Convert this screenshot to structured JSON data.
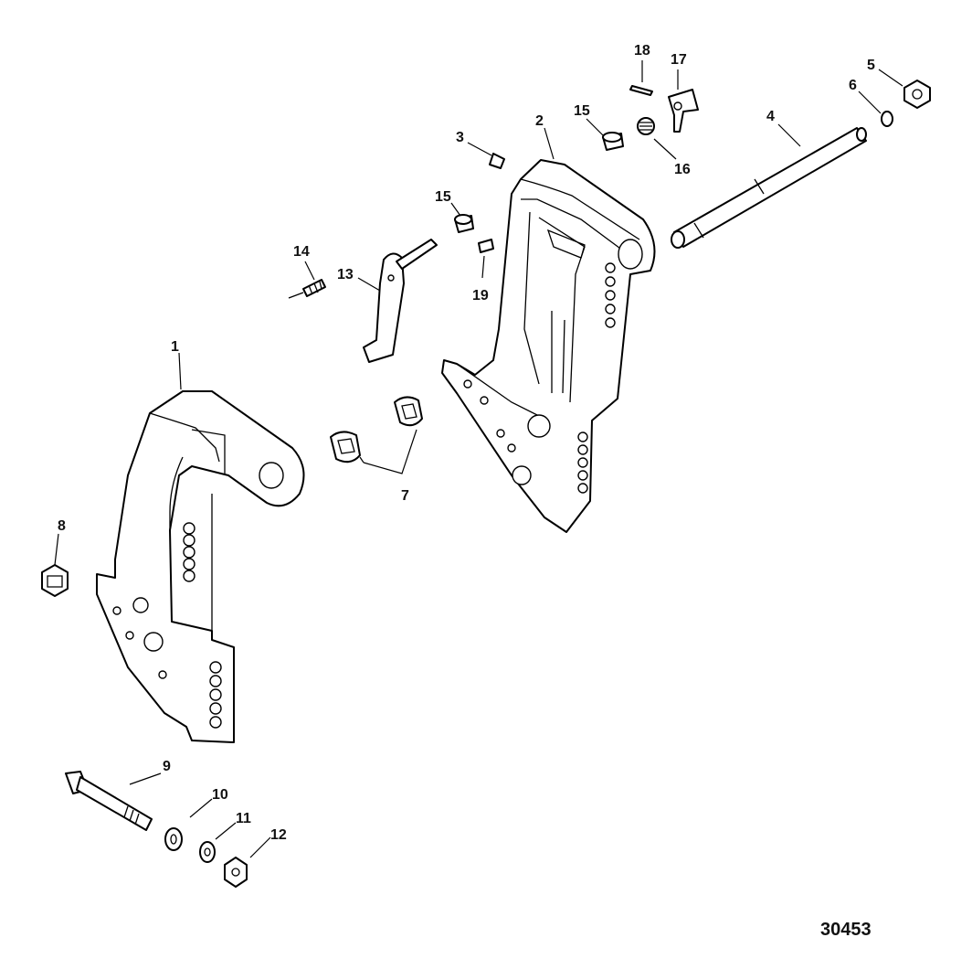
{
  "callouts": {
    "c1": "1",
    "c2": "2",
    "c3": "3",
    "c4": "4",
    "c5": "5",
    "c6": "6",
    "c7": "7",
    "c8": "8",
    "c9": "9",
    "c10": "10",
    "c11": "11",
    "c12": "12",
    "c13": "13",
    "c14": "14",
    "c15a": "15",
    "c15b": "15",
    "c16": "16",
    "c17": "17",
    "c18": "18",
    "c19": "19"
  },
  "reference_number": "30453"
}
